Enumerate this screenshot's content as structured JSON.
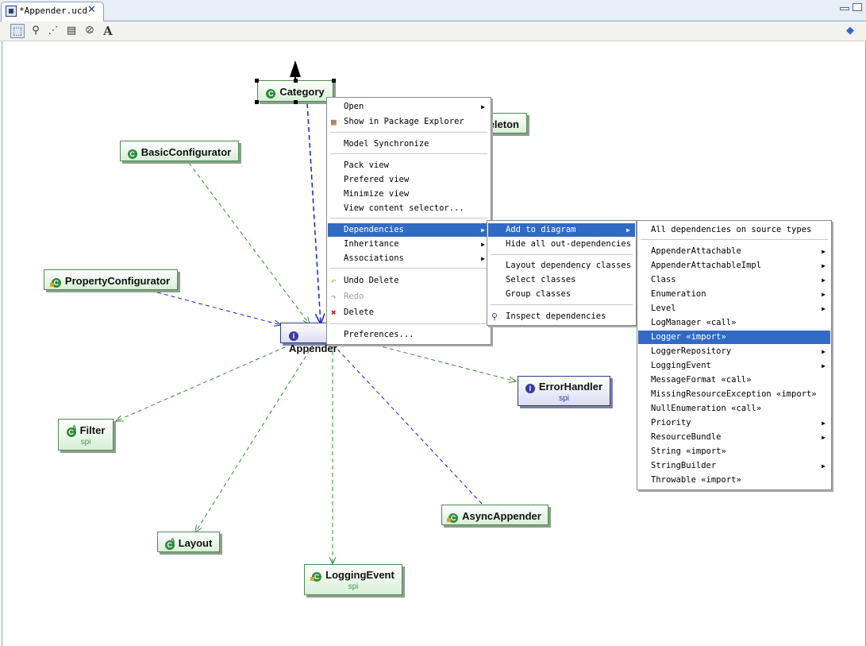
{
  "editor_tab": {
    "title": "*Appender.ucd"
  },
  "toolbar": {
    "icons": [
      "select-icon",
      "zoom-icon",
      "connection-icon",
      "note-icon",
      "link-icon",
      "text-icon",
      "package-icon"
    ]
  },
  "diagram": {
    "nodes": {
      "category": {
        "name": "Category"
      },
      "basic_configurator": {
        "name": "BasicConfigurator"
      },
      "property_configurator": {
        "name": "PropertyConfigurator"
      },
      "appender": {
        "name": "Appender"
      },
      "error_handler": {
        "name": "ErrorHandler",
        "package": "spi"
      },
      "filter": {
        "name": "Filter",
        "package": "spi"
      },
      "layout": {
        "name": "Layout"
      },
      "logging_event": {
        "name": "LoggingEvent",
        "package": "spi"
      },
      "async_appender": {
        "name": "AsyncAppender"
      },
      "hidden_node": {
        "name": "eleton"
      }
    }
  },
  "context_menu": {
    "open": "Open",
    "show_in_package_explorer": "Show in Package Explorer",
    "model_synchronize": "Model Synchronize",
    "pack_view": "Pack view",
    "prefered_view": "Prefered view",
    "minimize_view": "Minimize view",
    "view_content_selector": "View content selector...",
    "dependencies": "Dependencies",
    "inheritance": "Inheritance",
    "associations": "Associations",
    "undo_delete": "Undo Delete",
    "redo": "Redo",
    "delete": "Delete",
    "preferences": "Preferences..."
  },
  "dependencies_menu": {
    "add_to_diagram": "Add to diagram",
    "hide_all_out_dependencies": "Hide all out-dependencies",
    "layout_dependency_classes": "Layout dependency classes",
    "select_classes": "Select classes",
    "group_classes": "Group classes",
    "inspect_dependencies": "Inspect dependencies"
  },
  "add_to_diagram_menu": {
    "all": "All dependencies on source types",
    "items": [
      "AppenderAttachable",
      "AppenderAttachableImpl",
      "Class",
      "Enumeration",
      "Level",
      "LogManager  «call»",
      "Logger  «import»",
      "LoggerRepository",
      "LoggingEvent",
      "MessageFormat  «call»",
      "MissingResourceException  «import»",
      "NullEnumeration  «call»",
      "Priority",
      "ResourceBundle",
      "String  «import»",
      "StringBuilder",
      "Throwable  «import»"
    ]
  },
  "colors": {
    "selection": "#316ac5",
    "class_border": "#4f8a4f",
    "interface_border": "#2c3c8c",
    "dependency_green": "#2e8b2e",
    "dependency_blue": "#1a1ae0"
  }
}
